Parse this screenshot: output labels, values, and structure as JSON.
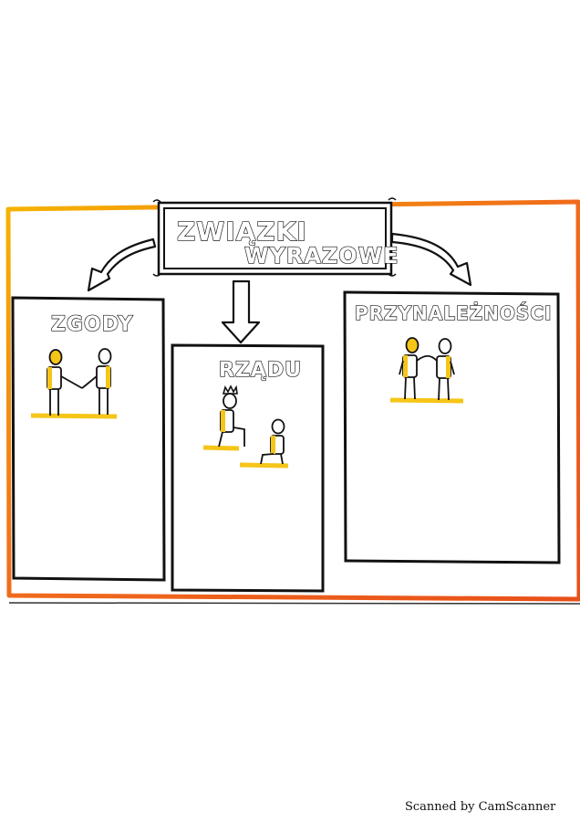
{
  "title": {
    "line1": "ZWIĄZKI",
    "line2": "WYRAZOWE"
  },
  "boxes": [
    {
      "label": "ZGODY"
    },
    {
      "label": "RZĄDU"
    },
    {
      "label": "PRZYNALEŻNOŚCI"
    }
  ],
  "colors": {
    "frame_orange": "#f06a1c",
    "frame_yellow": "#f5b400",
    "figure_yellow": "#f5c518",
    "ink": "#111111"
  },
  "footer": "Scanned by CamScanner"
}
